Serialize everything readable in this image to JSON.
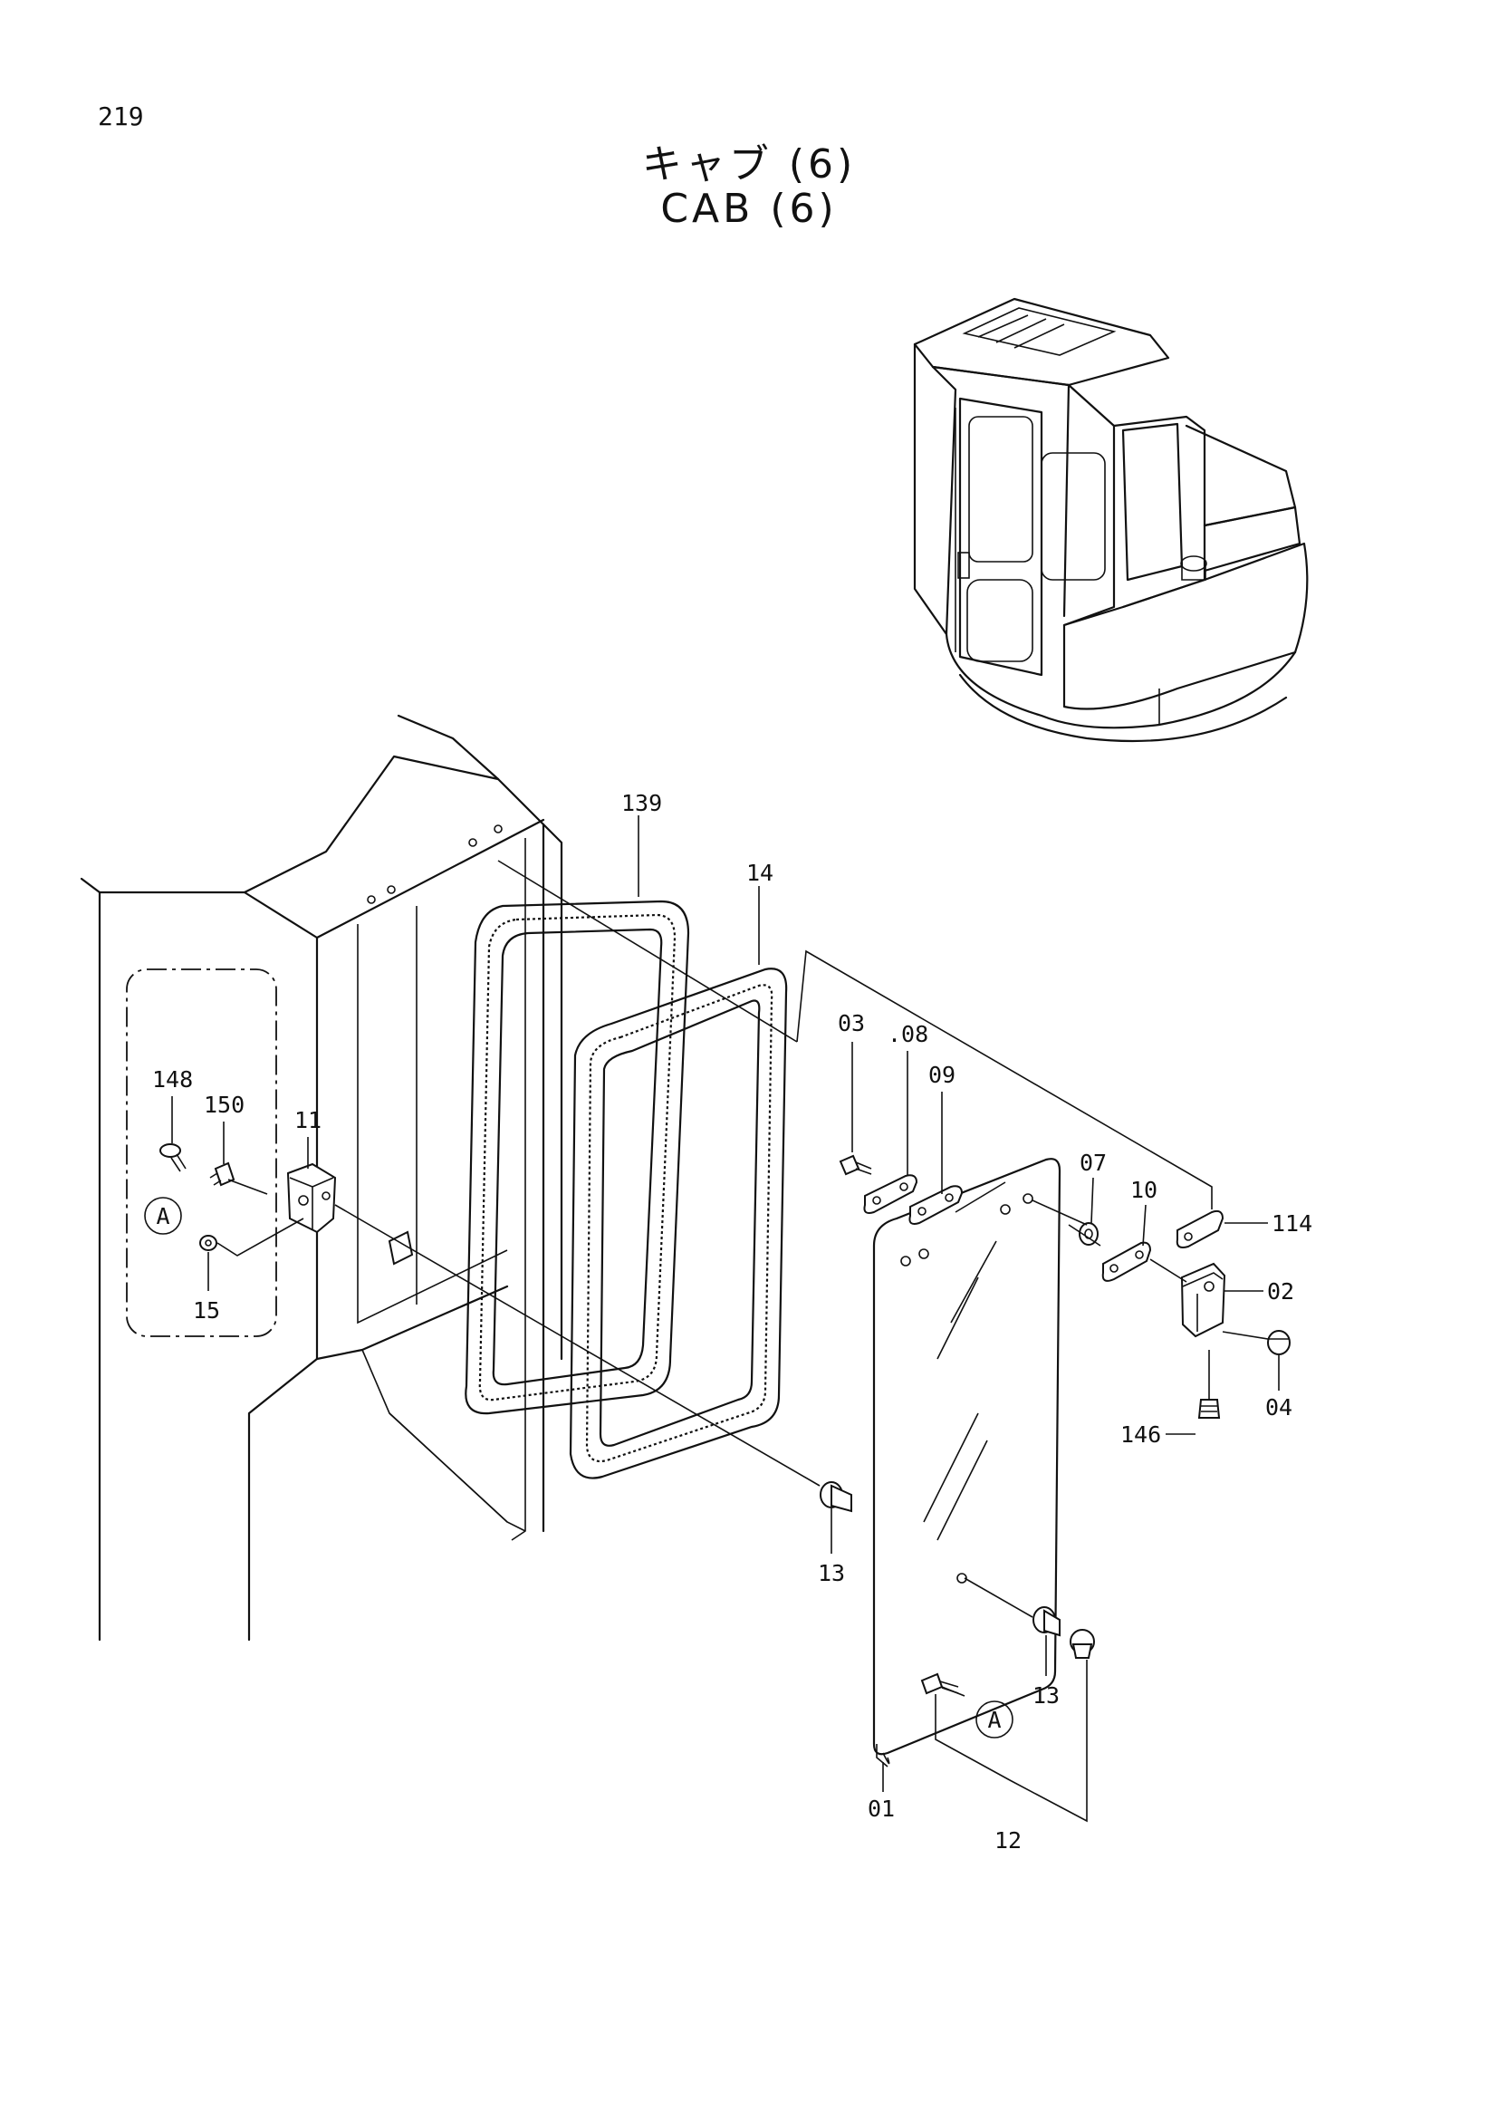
{
  "page": {
    "number": "219"
  },
  "title": {
    "japanese": "キャブ (6)",
    "english": "CAB (6)"
  },
  "callouts": {
    "c139": "139",
    "c14": "14",
    "c03": "03",
    "c08": ".08",
    "c09": "09",
    "c148": "148",
    "c150": "150",
    "c11": "11",
    "c15": "15",
    "c07": "07",
    "c10": "10",
    "c114": "114",
    "c02": "02",
    "c04": "04",
    "c146": "146",
    "c13a": "13",
    "c13b": "13",
    "c01": "01",
    "c12": "12"
  },
  "markers": {
    "a_left": "A",
    "a_right": "A"
  }
}
